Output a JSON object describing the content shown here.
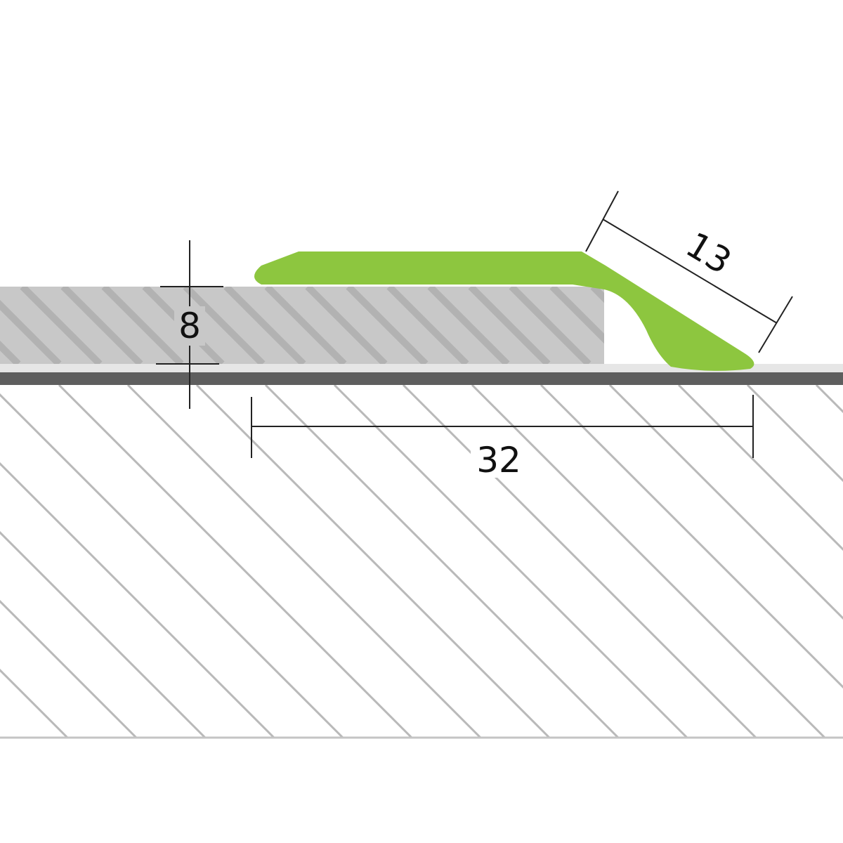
{
  "diagram": {
    "dimensions": {
      "thickness": "8",
      "width": "32",
      "slope_length": "13"
    },
    "colors": {
      "profile": "#8DC63F",
      "floor_covering": "#C8C8C8",
      "floor_stripes": "#B4B4B4",
      "subfloor_band": "#5E5E5E",
      "subfloor_hatch": "#B9B9B9",
      "dimension_lines": "#222222"
    }
  }
}
